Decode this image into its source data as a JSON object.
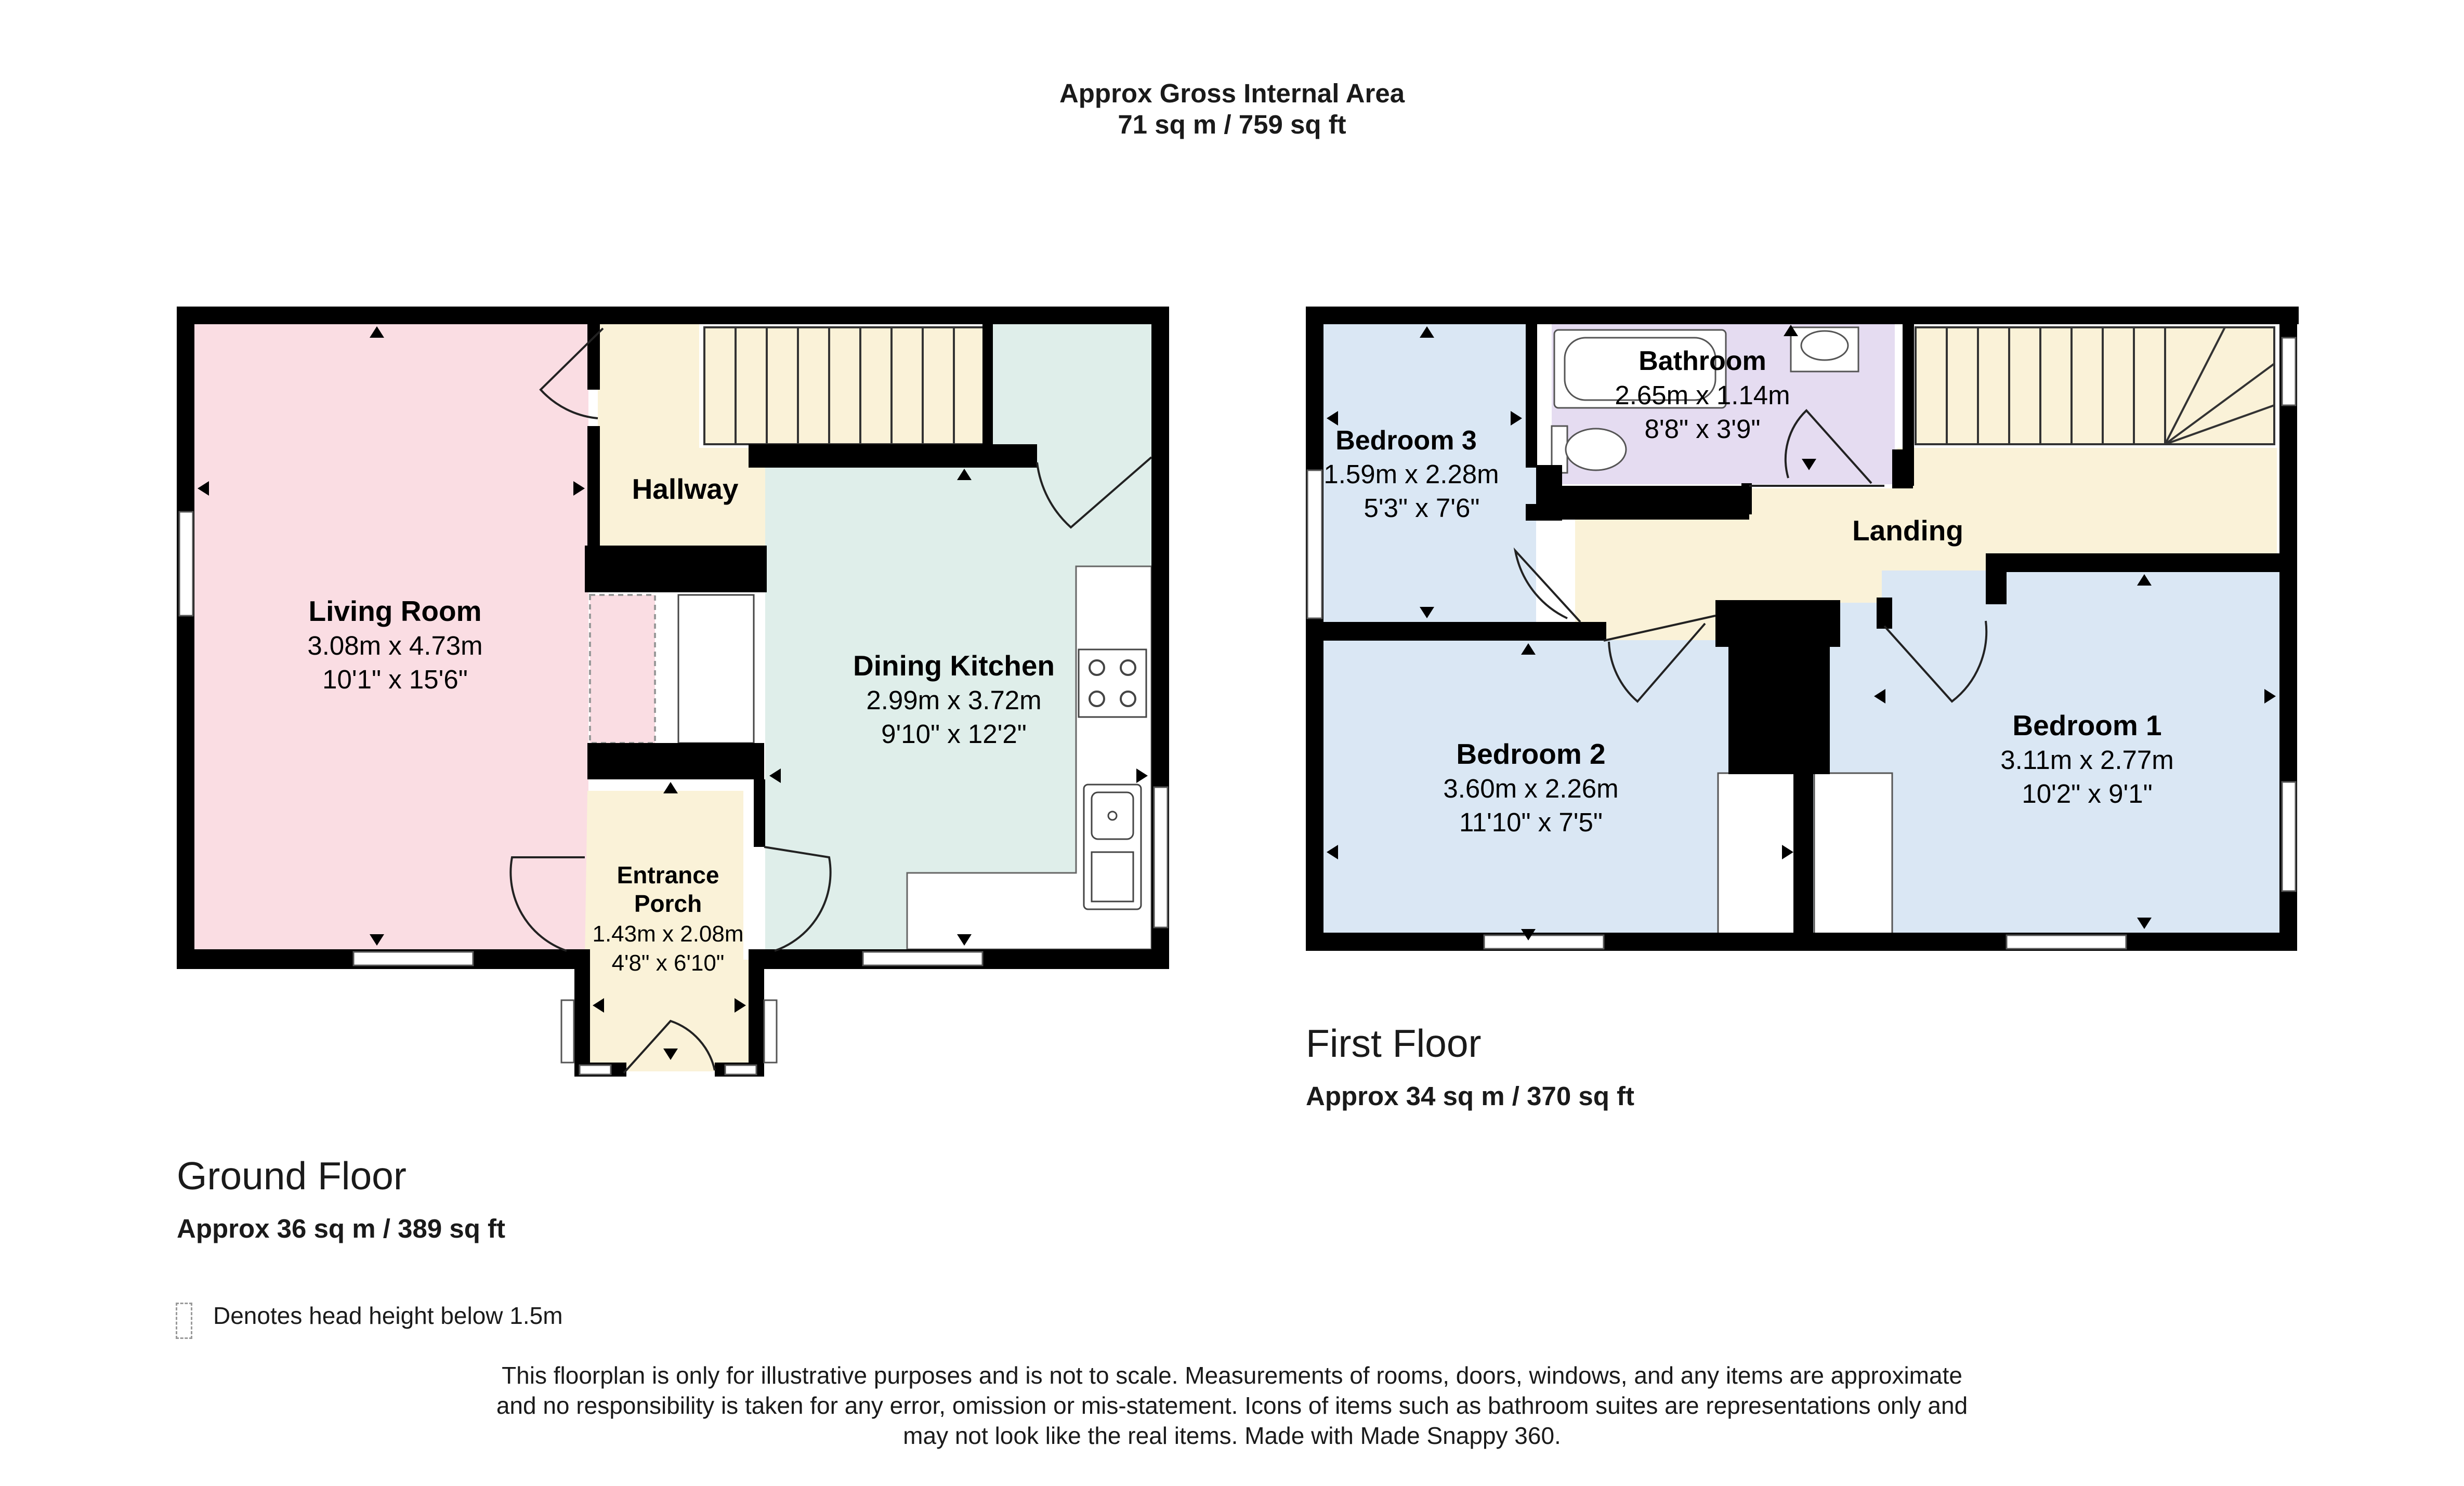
{
  "header": {
    "title": "Approx Gross Internal Area",
    "area": "71 sq m / 759 sq ft"
  },
  "ground_floor": {
    "title": "Ground Floor",
    "area": "Approx 36 sq m / 389 sq ft",
    "rooms": {
      "living_room": {
        "name": "Living Room",
        "metric": "3.08m x 4.73m",
        "imperial": "10'1\" x 15'6\""
      },
      "hallway": {
        "name": "Hallway"
      },
      "dining_kitchen": {
        "name": "Dining Kitchen",
        "metric": "2.99m x 3.72m",
        "imperial": "9'10\" x 12'2\""
      },
      "entrance_porch": {
        "name_line1": "Entrance",
        "name_line2": "Porch",
        "metric": "1.43m x 2.08m",
        "imperial": "4'8\" x 6'10\""
      }
    }
  },
  "first_floor": {
    "title": "First Floor",
    "area": "Approx 34 sq m / 370 sq ft",
    "rooms": {
      "bedroom3": {
        "name": "Bedroom 3",
        "metric": "1.59m x 2.28m",
        "imperial": "5'3\" x 7'6\""
      },
      "bathroom": {
        "name": "Bathroom",
        "metric": "2.65m x 1.14m",
        "imperial": "8'8\" x 3'9\""
      },
      "landing": {
        "name": "Landing"
      },
      "bedroom2": {
        "name": "Bedroom 2",
        "metric": "3.60m x 2.26m",
        "imperial": "11'10\" x 7'5\""
      },
      "bedroom1": {
        "name": "Bedroom 1",
        "metric": "3.11m x 2.77m",
        "imperial": "10'2\" x 9'1\""
      }
    }
  },
  "colors": {
    "wall": "#000000",
    "living_room": "#fadde3",
    "hallway": "#faf2d8",
    "kitchen": "#dfeeea",
    "bedroom": "#dae7f4",
    "bathroom": "#e5dcf1",
    "landing": "#faf2d8"
  },
  "legend": {
    "text": "Denotes head height below 1.5m"
  },
  "disclaimer": {
    "line1": "This floorplan is only for illustrative purposes and is not to scale. Measurements of rooms, doors, windows, and any items are approximate",
    "line2": "and no responsibility is taken for any error, omission or mis-statement. Icons of items such as bathroom suites are representations only and",
    "line3": "may not look like the real items. Made with Made Snappy 360."
  }
}
